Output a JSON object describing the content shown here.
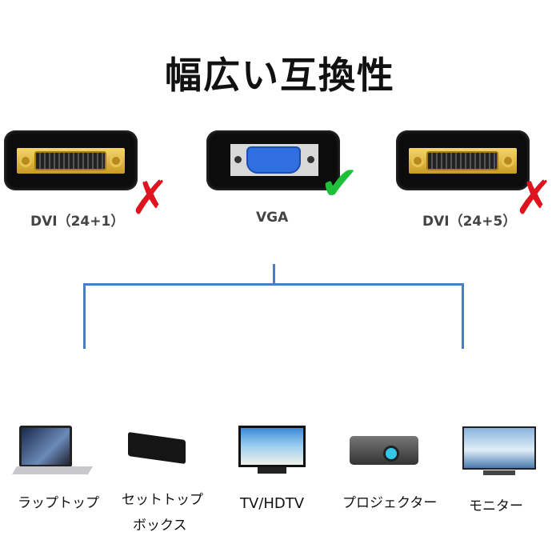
{
  "title": "幅広い互換性",
  "connectors": [
    {
      "label": "DVI（24+1）",
      "status": "incompatible",
      "icon": "cross-icon"
    },
    {
      "label": "VGA",
      "status": "compatible",
      "icon": "check-icon"
    },
    {
      "label": "DVI（24+5）",
      "status": "incompatible",
      "icon": "cross-icon"
    }
  ],
  "devices": [
    {
      "label": "ラップトップ"
    },
    {
      "label": "セットトップ",
      "label2": "ボックス"
    },
    {
      "label": "TV/HDTV"
    },
    {
      "label": "プロジェクター"
    },
    {
      "label": "モニター"
    }
  ],
  "colors": {
    "cross": "#e0141e",
    "check": "#1fbf3a",
    "tree": "#4a7ec4"
  }
}
